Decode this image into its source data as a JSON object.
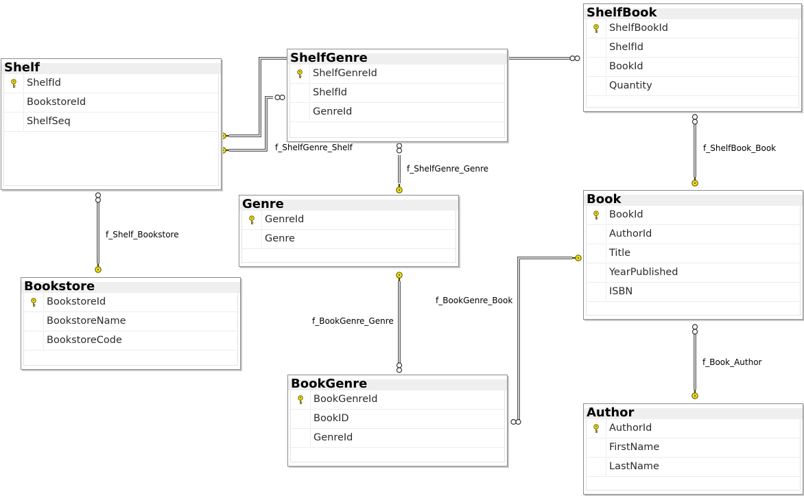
{
  "entities": {
    "shelfbook": {
      "name": "ShelfBook",
      "columns": [
        {
          "name": "ShelfBookId",
          "pk": true
        },
        {
          "name": "ShelfId",
          "pk": false
        },
        {
          "name": "BookId",
          "pk": false
        },
        {
          "name": "Quantity",
          "pk": false
        }
      ]
    },
    "shelfgenre": {
      "name": "ShelfGenre",
      "columns": [
        {
          "name": "ShelfGenreId",
          "pk": true
        },
        {
          "name": "ShelfId",
          "pk": false
        },
        {
          "name": "GenreId",
          "pk": false
        }
      ]
    },
    "shelf": {
      "name": "Shelf",
      "columns": [
        {
          "name": "ShelfId",
          "pk": true
        },
        {
          "name": "BookstoreId",
          "pk": false
        },
        {
          "name": "ShelfSeq",
          "pk": false
        }
      ]
    },
    "genre": {
      "name": "Genre",
      "columns": [
        {
          "name": "GenreId",
          "pk": true
        },
        {
          "name": "Genre",
          "pk": false
        }
      ]
    },
    "book": {
      "name": "Book",
      "columns": [
        {
          "name": "BookId",
          "pk": true
        },
        {
          "name": "AuthorId",
          "pk": false
        },
        {
          "name": "Title",
          "pk": false
        },
        {
          "name": "YearPublished",
          "pk": false
        },
        {
          "name": "ISBN",
          "pk": false
        }
      ]
    },
    "bookstore": {
      "name": "Bookstore",
      "columns": [
        {
          "name": "BookstoreId",
          "pk": true
        },
        {
          "name": "BookstoreName",
          "pk": false
        },
        {
          "name": "BookstoreCode",
          "pk": false
        }
      ]
    },
    "bookgenre": {
      "name": "BookGenre",
      "columns": [
        {
          "name": "BookGenreId",
          "pk": true
        },
        {
          "name": "BookID",
          "pk": false
        },
        {
          "name": "GenreId",
          "pk": false
        }
      ]
    },
    "author": {
      "name": "Author",
      "columns": [
        {
          "name": "AuthorId",
          "pk": true
        },
        {
          "name": "FirstName",
          "pk": false
        },
        {
          "name": "LastName",
          "pk": false
        }
      ]
    }
  },
  "relationships": {
    "f_shelfgenre_shelf": "f_ShelfGenre_Shelf",
    "f_shelfgenre_genre": "f_ShelfGenre_Genre",
    "f_shelfbook_book": "f_ShelfBook_Book",
    "f_shelf_bookstore": "f_Shelf_Bookstore",
    "f_bookgenre_book": "f_BookGenre_Book",
    "f_bookgenre_genre": "f_BookGenre_Genre",
    "f_book_author": "f_Book_Author"
  },
  "icons": {
    "key": "primary-key-icon",
    "one_end": "key-end-icon",
    "many_end": "infinity-end-icon"
  },
  "colors": {
    "key_fill": "#f2e21a",
    "key_stroke": "#6b6400",
    "line": "#5a5a5a",
    "title_bg": "#efefef"
  }
}
